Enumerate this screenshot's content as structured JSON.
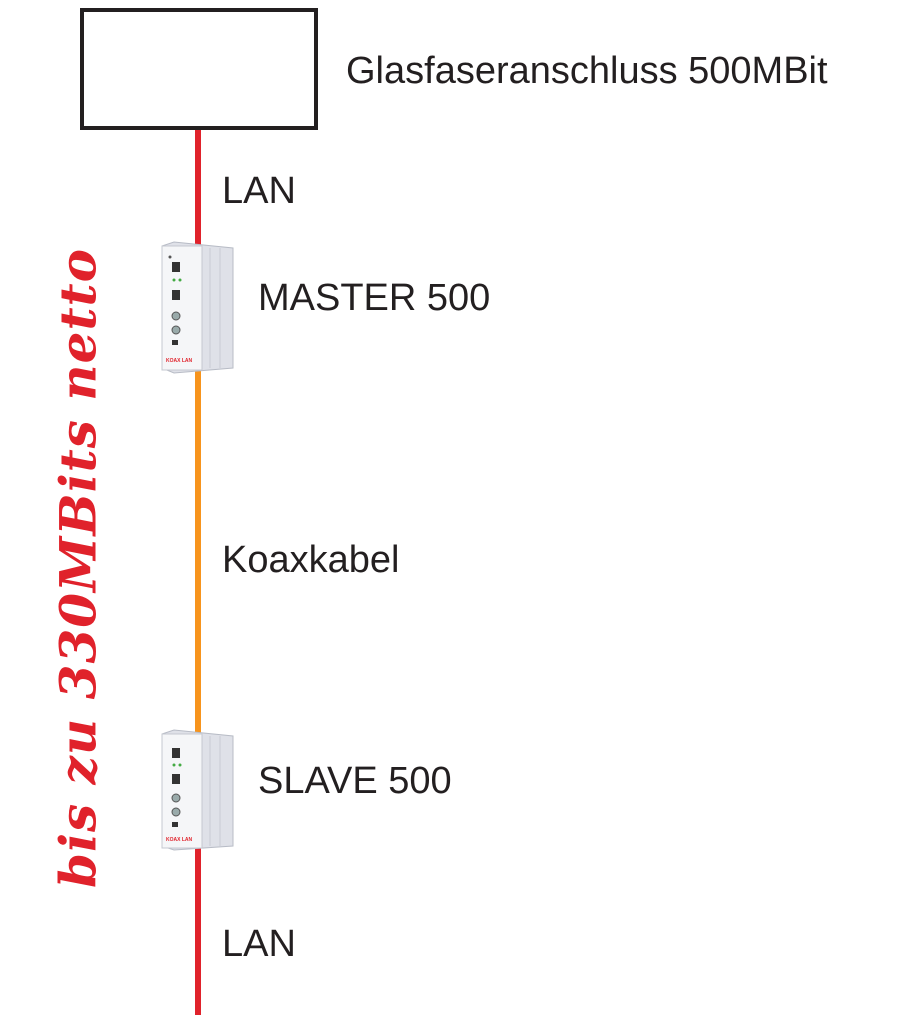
{
  "nodes": {
    "fiber": {
      "label": "Glasfaseranschluss 500MBit"
    },
    "master": {
      "label": "MASTER 500",
      "brand_text": "KOAX LAN"
    },
    "slave": {
      "label": "SLAVE 500",
      "brand_text": "KOAX LAN"
    }
  },
  "links": {
    "top_lan": {
      "label": "LAN",
      "color": "#e0222b"
    },
    "coax": {
      "label": "Koaxkabel",
      "color": "#f7941d"
    },
    "bottom_lan": {
      "label": "LAN",
      "color": "#e0222b"
    }
  },
  "annotation": {
    "text": "bis zu 330MBits netto",
    "color": "#e0222b"
  },
  "colors": {
    "text": "#231f20",
    "box_border": "#231f20",
    "device_body": "#eceef3"
  }
}
